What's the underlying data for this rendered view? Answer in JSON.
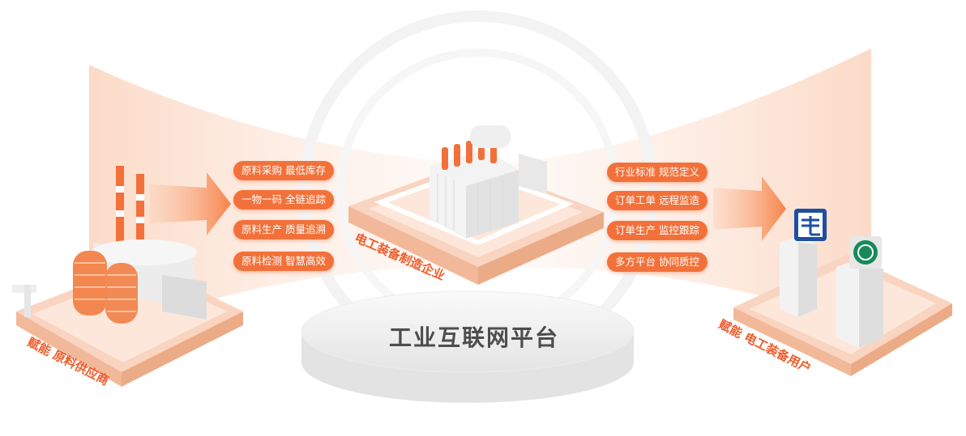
{
  "platform": {
    "title": "工业互联网平台"
  },
  "left_node": {
    "label": "赋能  原料供应商"
  },
  "center_node": {
    "label": "电工装备制造企业"
  },
  "right_node": {
    "label": "赋能  电工装备用户"
  },
  "left_features": [
    {
      "label": "原料采购 最低库存"
    },
    {
      "label": "一物一码 全链追踪"
    },
    {
      "label": "原料生产 质量追溯"
    },
    {
      "label": "原料检测 智慧高效"
    }
  ],
  "right_features": [
    {
      "label": "行业标准 规范定义"
    },
    {
      "label": "订单工单 远程监造"
    },
    {
      "label": "订单生产 监控跟踪"
    },
    {
      "label": "多方平台 协同质控"
    }
  ],
  "colors": {
    "accent": "#f2713a",
    "accent_light": "#fde1d2",
    "platform": "#f1f1f1"
  },
  "icons": [
    "factory-icon",
    "transformer-icon",
    "building-icon",
    "state-grid-logo-icon",
    "arrow-right-icon"
  ]
}
